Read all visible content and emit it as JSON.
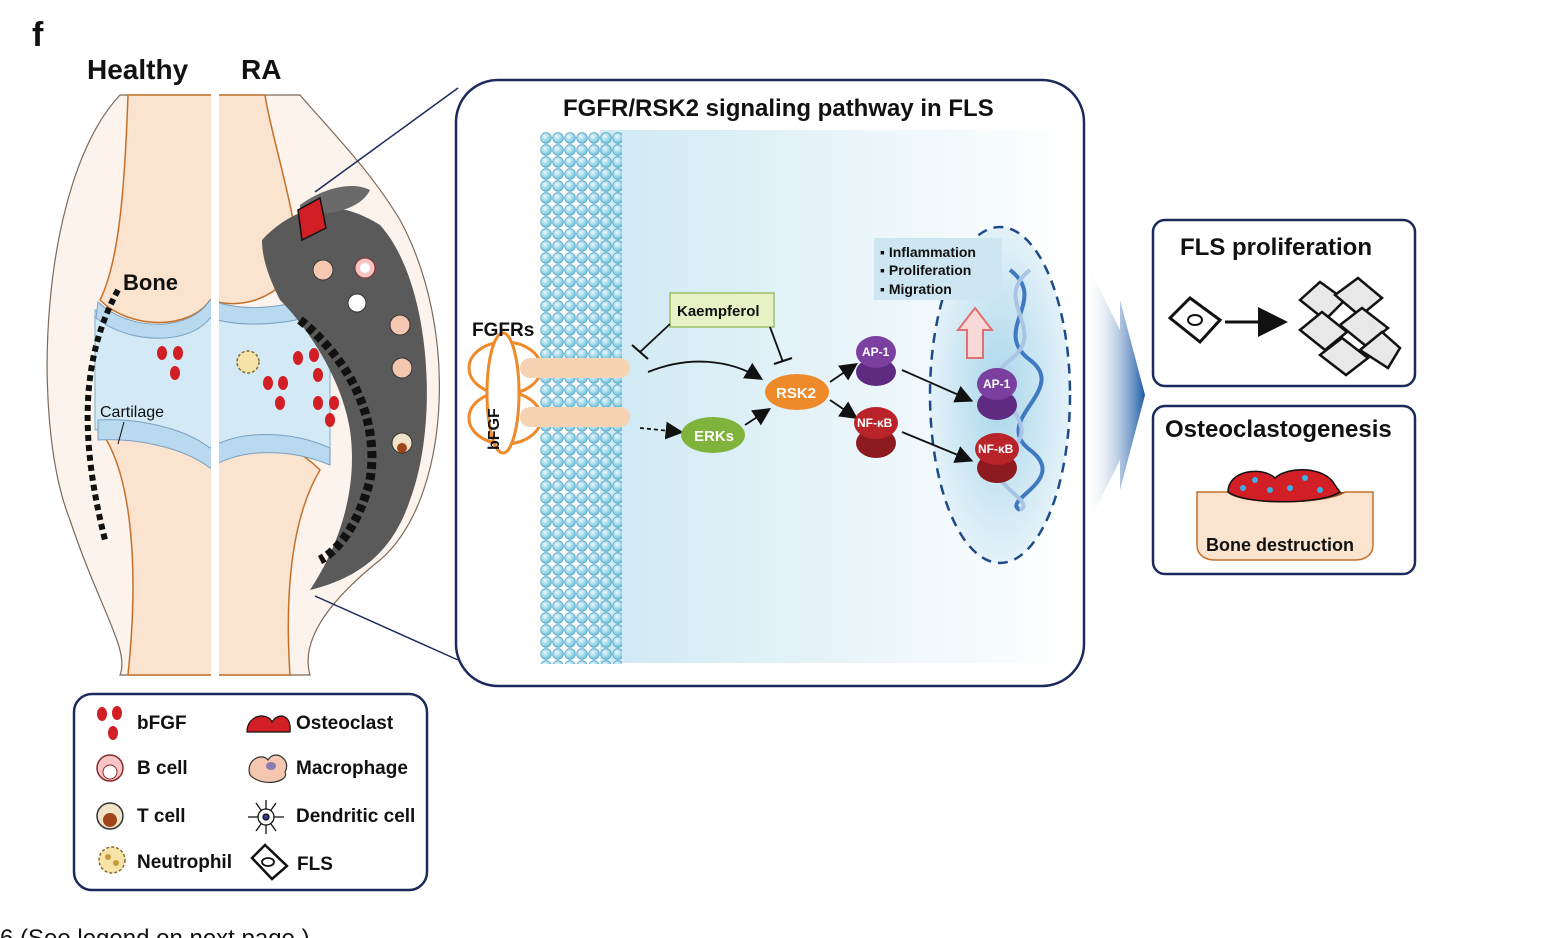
{
  "panel_letter": "f",
  "joint": {
    "healthy_label": "Healthy",
    "ra_label": "RA",
    "bone_label": "Bone",
    "cartilage_label": "Cartilage"
  },
  "pathway": {
    "title": "FGFR/RSK2 signaling pathway in FLS",
    "fgfrs_label": "FGFRs",
    "bfgf_label": "bFGF",
    "kaempferol_label": "Kaempferol",
    "erks_label": "ERKs",
    "rsk2_label": "RSK2",
    "ap1_label": "AP-1",
    "nfkb_label": "NF-κB",
    "ap1_nuclear_label": "AP-1",
    "nfkb_nuclear_label": "NF-κB",
    "effects": [
      "▪ Inflammation",
      "▪ Proliferation",
      "▪ Migration"
    ]
  },
  "outcomes": {
    "proliferation_title": "FLS proliferation",
    "osteoclastogenesis_title": "Osteoclastogenesis",
    "bone_destruction_label": "Bone destruction"
  },
  "legend": {
    "items": [
      {
        "label": "bFGF",
        "icon": "bfgf-icon"
      },
      {
        "label": "Osteoclast",
        "icon": "osteoclast-icon"
      },
      {
        "label": "B cell",
        "icon": "b-cell-icon"
      },
      {
        "label": "Macrophage",
        "icon": "macrophage-icon"
      },
      {
        "label": "T cell",
        "icon": "t-cell-icon"
      },
      {
        "label": "Dendritic cell",
        "icon": "dendritic-cell-icon"
      },
      {
        "label": "Neutrophil",
        "icon": "neutrophil-icon"
      },
      {
        "label": "FLS",
        "icon": "fls-icon"
      }
    ]
  },
  "caption": "6 (See legend on next page.)",
  "colors": {
    "frame": "#1b2a5c",
    "bone": "#fbe4cf",
    "cartilage": "#d3eaf6",
    "synovium": "#555555",
    "bfgf": "#d21f26",
    "ap1": "#7b3fa0",
    "nfkb": "#b9242a",
    "erks": "#7fb33b",
    "rsk2": "#ef8a2a",
    "kaempferol_box": "#e6f2c6"
  }
}
